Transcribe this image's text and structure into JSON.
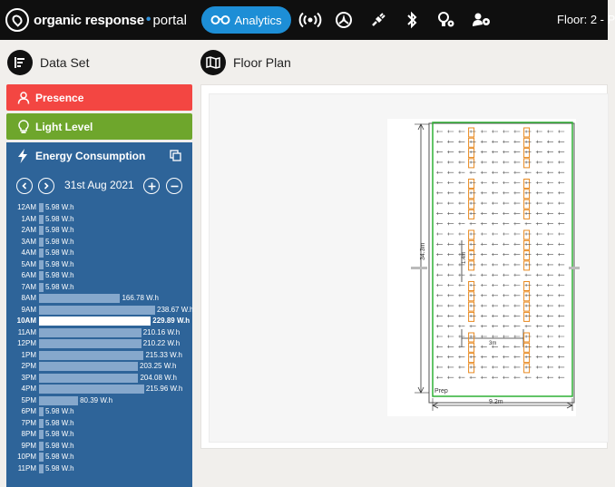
{
  "header": {
    "brand_name": "organic response",
    "brand_dot": "•",
    "brand_suffix": "portal",
    "nav_analytics": "Analytics",
    "floor_label": "Floor: 2 - P",
    "nav_icons": [
      "broadcast-icon",
      "compass-icon",
      "plug-icon",
      "bluetooth-icon",
      "bulb-gear-icon",
      "users-gear-icon"
    ]
  },
  "dataset": {
    "title": "Data Set",
    "presence_label": "Presence",
    "light_label": "Light Level"
  },
  "energy": {
    "title": "Energy Consumption",
    "date": "31st Aug 2021",
    "max_value": 238.67,
    "current_hour": "10AM",
    "rows": [
      {
        "hour": "12AM",
        "value": 5.98,
        "label": "5.98 W.h"
      },
      {
        "hour": "1AM",
        "value": 5.98,
        "label": "5.98 W.h"
      },
      {
        "hour": "2AM",
        "value": 5.98,
        "label": "5.98 W.h"
      },
      {
        "hour": "3AM",
        "value": 5.98,
        "label": "5.98 W.h"
      },
      {
        "hour": "4AM",
        "value": 5.98,
        "label": "5.98 W.h"
      },
      {
        "hour": "5AM",
        "value": 5.98,
        "label": "5.98 W.h"
      },
      {
        "hour": "6AM",
        "value": 5.98,
        "label": "5.98 W.h"
      },
      {
        "hour": "7AM",
        "value": 5.98,
        "label": "5.98 W.h"
      },
      {
        "hour": "8AM",
        "value": 166.78,
        "label": "166.78 W.h"
      },
      {
        "hour": "9AM",
        "value": 238.67,
        "label": "238.67 W.h"
      },
      {
        "hour": "10AM",
        "value": 229.89,
        "label": "229.89 W.h"
      },
      {
        "hour": "11AM",
        "value": 210.16,
        "label": "210.16 W.h"
      },
      {
        "hour": "12PM",
        "value": 210.22,
        "label": "210.22 W.h"
      },
      {
        "hour": "1PM",
        "value": 215.33,
        "label": "215.33 W.h"
      },
      {
        "hour": "2PM",
        "value": 203.25,
        "label": "203.25 W.h"
      },
      {
        "hour": "3PM",
        "value": 204.08,
        "label": "204.08 W.h"
      },
      {
        "hour": "4PM",
        "value": 215.96,
        "label": "215.96 W.h"
      },
      {
        "hour": "5PM",
        "value": 80.39,
        "label": "80.39 W.h"
      },
      {
        "hour": "6PM",
        "value": 5.98,
        "label": "5.98 W.h"
      },
      {
        "hour": "7PM",
        "value": 5.98,
        "label": "5.98 W.h"
      },
      {
        "hour": "8PM",
        "value": 5.98,
        "label": "5.98 W.h"
      },
      {
        "hour": "9PM",
        "value": 5.98,
        "label": "5.98 W.h"
      },
      {
        "hour": "10PM",
        "value": 5.98,
        "label": "5.98 W.h"
      },
      {
        "hour": "11PM",
        "value": 5.98,
        "label": "5.98 W.h"
      }
    ]
  },
  "floorplan": {
    "title": "Floor Plan",
    "dim_height": "34.3m",
    "dim_width": "9.2m",
    "dim_small_vertical": "1.4m",
    "dim_small_horizontal": "3m",
    "room_label": "Prep",
    "fixture_grid": {
      "rows": 25,
      "cols": 12,
      "highlighted_cols": [
        3,
        8
      ]
    }
  },
  "colors": {
    "topbar": "#0f0f0f",
    "accent_blue": "#1d8ed6",
    "presence_red": "#f34642",
    "light_green": "#6ea62c",
    "energy_blue": "#2e6499",
    "bar_fill": "#86a8cc",
    "plan_green": "#2fb035",
    "fixture_orange": "#e8891f"
  }
}
